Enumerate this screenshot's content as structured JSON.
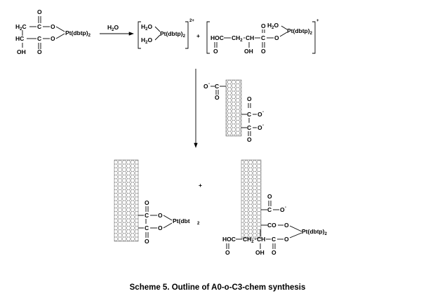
{
  "reactant": {
    "h2c": "H",
    "h2c_sub": "2",
    "h2c_tail": "C",
    "o_top": "O",
    "c1": "C",
    "o1": "O",
    "hc": "HC",
    "c2": "C",
    "o2": "O",
    "pt": "Pt(dbtp)",
    "pt_sub": "2",
    "oh": "OH",
    "o_bottom": "O"
  },
  "reagent": {
    "h": "H",
    "sub": "2",
    "o": "O"
  },
  "product1": {
    "h2o_a": "H",
    "h2o_a_sub": "2",
    "h2o_a_o": "O",
    "h2o_b": "H",
    "h2o_b_sub": "2",
    "h2o_b_o": "O",
    "pt": "Pt(dbtp)",
    "pt_sub": "2",
    "charge": "2+"
  },
  "plus1": "+",
  "product2": {
    "hoc": "HOC",
    "ch2": "CH",
    "ch2_sub": "2",
    "ch": "CH",
    "c": "C",
    "o_link": "O",
    "oh": "OH",
    "o_bottom": "O",
    "o_low": "O",
    "h2o": "H",
    "h2o_sub": "2",
    "h2o_o": "O",
    "pt": "Pt(dbtp)",
    "pt_sub": "2",
    "charge": "+"
  },
  "cnt_reactant": {
    "o_minus": "O",
    "charge": "-",
    "c_top": "C",
    "o_top": "O",
    "o_a": "O",
    "c_a": "C",
    "o_a_minus": "O",
    "charge_a": "-",
    "c_b": "C",
    "o_b_minus": "O",
    "charge_b": "-",
    "o_b": "O"
  },
  "final1": {
    "o_a": "O",
    "c_a": "C",
    "o_link_a": "O",
    "pt": "Pt(dbt",
    "sub": "2",
    "c_b": "C",
    "o_link_b": "O",
    "o_b": "O"
  },
  "plus2": "+",
  "final2": {
    "o_top": "O",
    "c": "C",
    "o_minus": "O",
    "charge": "-",
    "co": "CO",
    "o_link": "O",
    "pt": "Pt(dbtp)",
    "pt_sub": "2",
    "hoc": "HOC",
    "ch2": "CH",
    "ch2_sub": "2",
    "ch": "CH",
    "c2": "C",
    "o_link2": "O",
    "o_low": "O",
    "oh": "OH",
    "o_bottom": "O"
  },
  "caption": "Scheme 5. Outline of A0-o-C3-chem synthesis"
}
